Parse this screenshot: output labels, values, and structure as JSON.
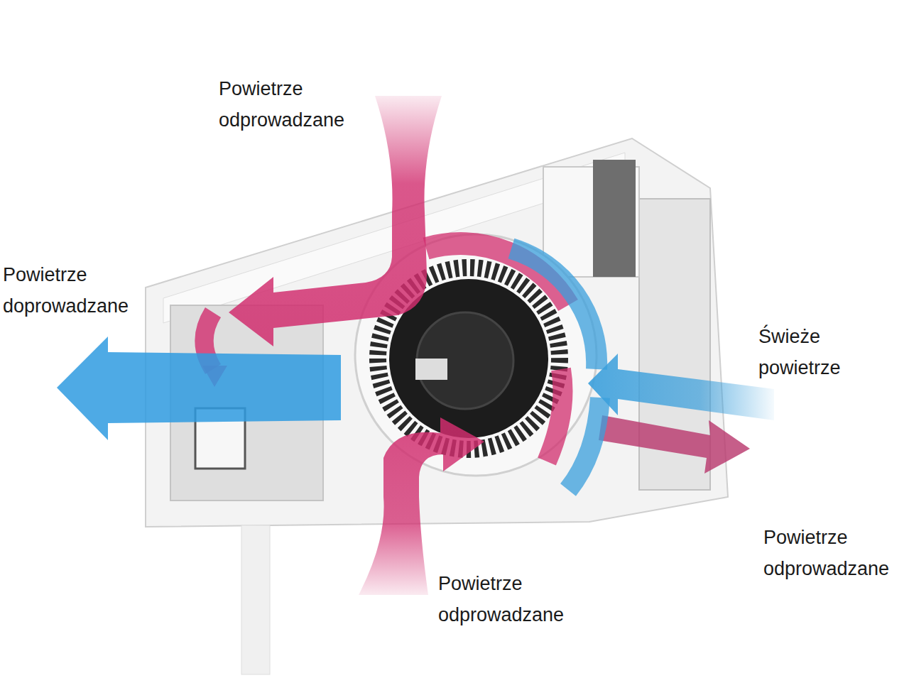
{
  "diagram": {
    "labels": [
      "Powietrze odprowadzane",
      "Powietrze doprowadzane",
      "Świeże powietrze",
      "Powietrze odprowadzane",
      "Powietrze odprowadzane"
    ]
  }
}
